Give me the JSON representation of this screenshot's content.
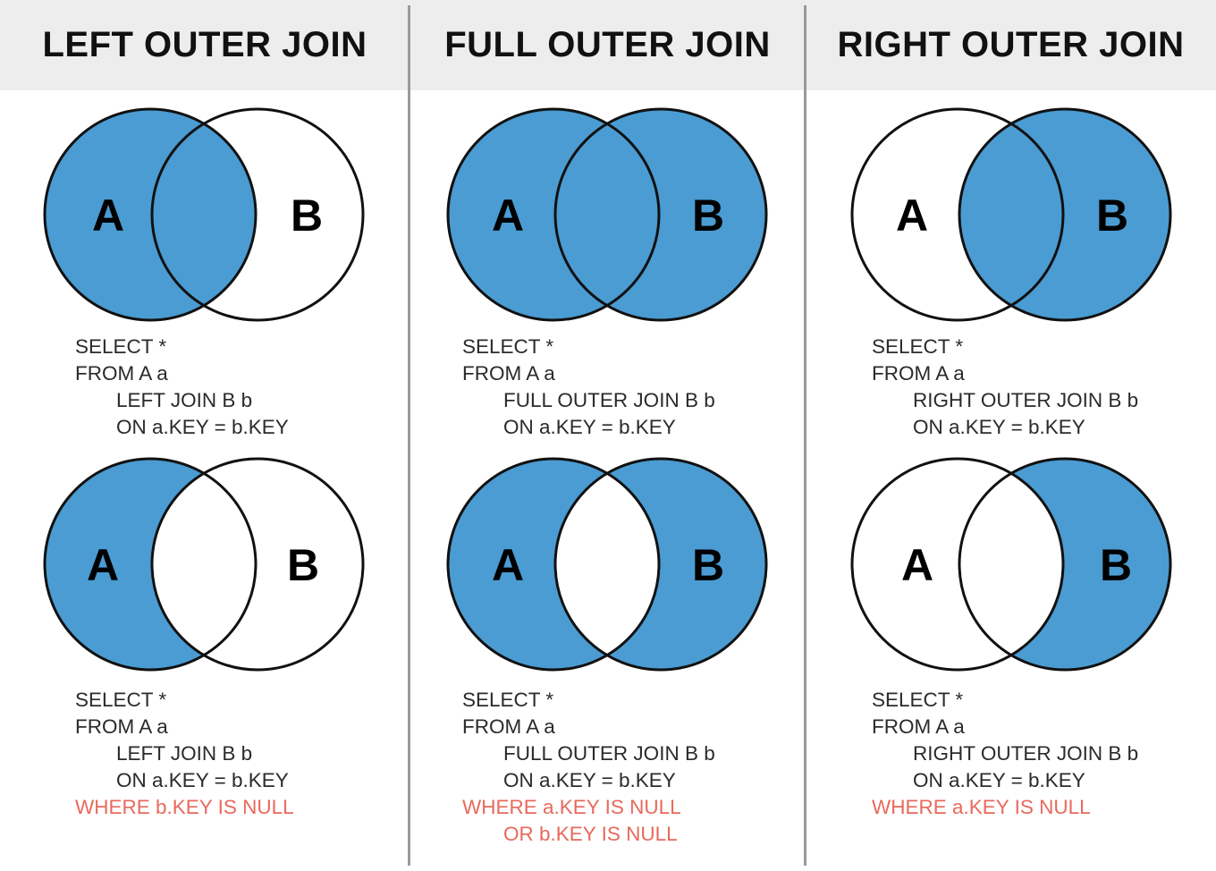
{
  "colors": {
    "venn_fill": "#4a9cd2",
    "venn_stroke": "#111111",
    "header_bg": "#ededed",
    "divider": "#9a9a9a",
    "sql_text": "#2b2b2b",
    "null_clause": "#e8695c"
  },
  "columns": [
    {
      "key": "left-outer-join",
      "header": "LEFT OUTER JOIN",
      "diagrams": [
        {
          "key": "left-outer-join-full",
          "fill_mode": "A-plus-intersection",
          "label_a": "A",
          "label_b": "B",
          "sql": {
            "line1": "SELECT *",
            "line2": "FROM A a",
            "line3": "LEFT JOIN B b",
            "line4": "ON a.KEY = b.KEY",
            "line5": "",
            "line6": ""
          }
        },
        {
          "key": "left-outer-join-exclusive",
          "fill_mode": "A-only",
          "label_a": "A",
          "label_b": "B",
          "sql": {
            "line1": "SELECT *",
            "line2": "FROM A a",
            "line3": "LEFT JOIN B b",
            "line4": "ON a.KEY = b.KEY",
            "line5": "WHERE b.KEY IS NULL",
            "line6": ""
          }
        }
      ]
    },
    {
      "key": "full-outer-join",
      "header": "FULL OUTER JOIN",
      "diagrams": [
        {
          "key": "full-outer-join-full",
          "fill_mode": "A-union-B",
          "label_a": "A",
          "label_b": "B",
          "sql": {
            "line1": "SELECT *",
            "line2": "FROM A a",
            "line3": "FULL OUTER JOIN B b",
            "line4": "ON a.KEY = b.KEY",
            "line5": "",
            "line6": ""
          }
        },
        {
          "key": "full-outer-join-exclusive",
          "fill_mode": "symmetric-difference",
          "label_a": "A",
          "label_b": "B",
          "sql": {
            "line1": "SELECT *",
            "line2": "FROM A a",
            "line3": "FULL OUTER JOIN B b",
            "line4": "ON a.KEY = b.KEY",
            "line5": "WHERE a.KEY IS NULL",
            "line6": "OR b.KEY IS NULL"
          }
        }
      ]
    },
    {
      "key": "right-outer-join",
      "header": "RIGHT OUTER JOIN",
      "diagrams": [
        {
          "key": "right-outer-join-full",
          "fill_mode": "B-plus-intersection",
          "label_a": "A",
          "label_b": "B",
          "sql": {
            "line1": "SELECT *",
            "line2": "FROM A a",
            "line3": "RIGHT OUTER JOIN B b",
            "line4": "ON a.KEY = b.KEY",
            "line5": "",
            "line6": ""
          }
        },
        {
          "key": "right-outer-join-exclusive",
          "fill_mode": "B-only",
          "label_a": "A",
          "label_b": "B",
          "sql": {
            "line1": "SELECT *",
            "line2": "FROM A a",
            "line3": "RIGHT OUTER JOIN B b",
            "line4": "ON a.KEY = b.KEY",
            "line5": "WHERE a.KEY IS NULL",
            "line6": ""
          }
        }
      ]
    }
  ]
}
